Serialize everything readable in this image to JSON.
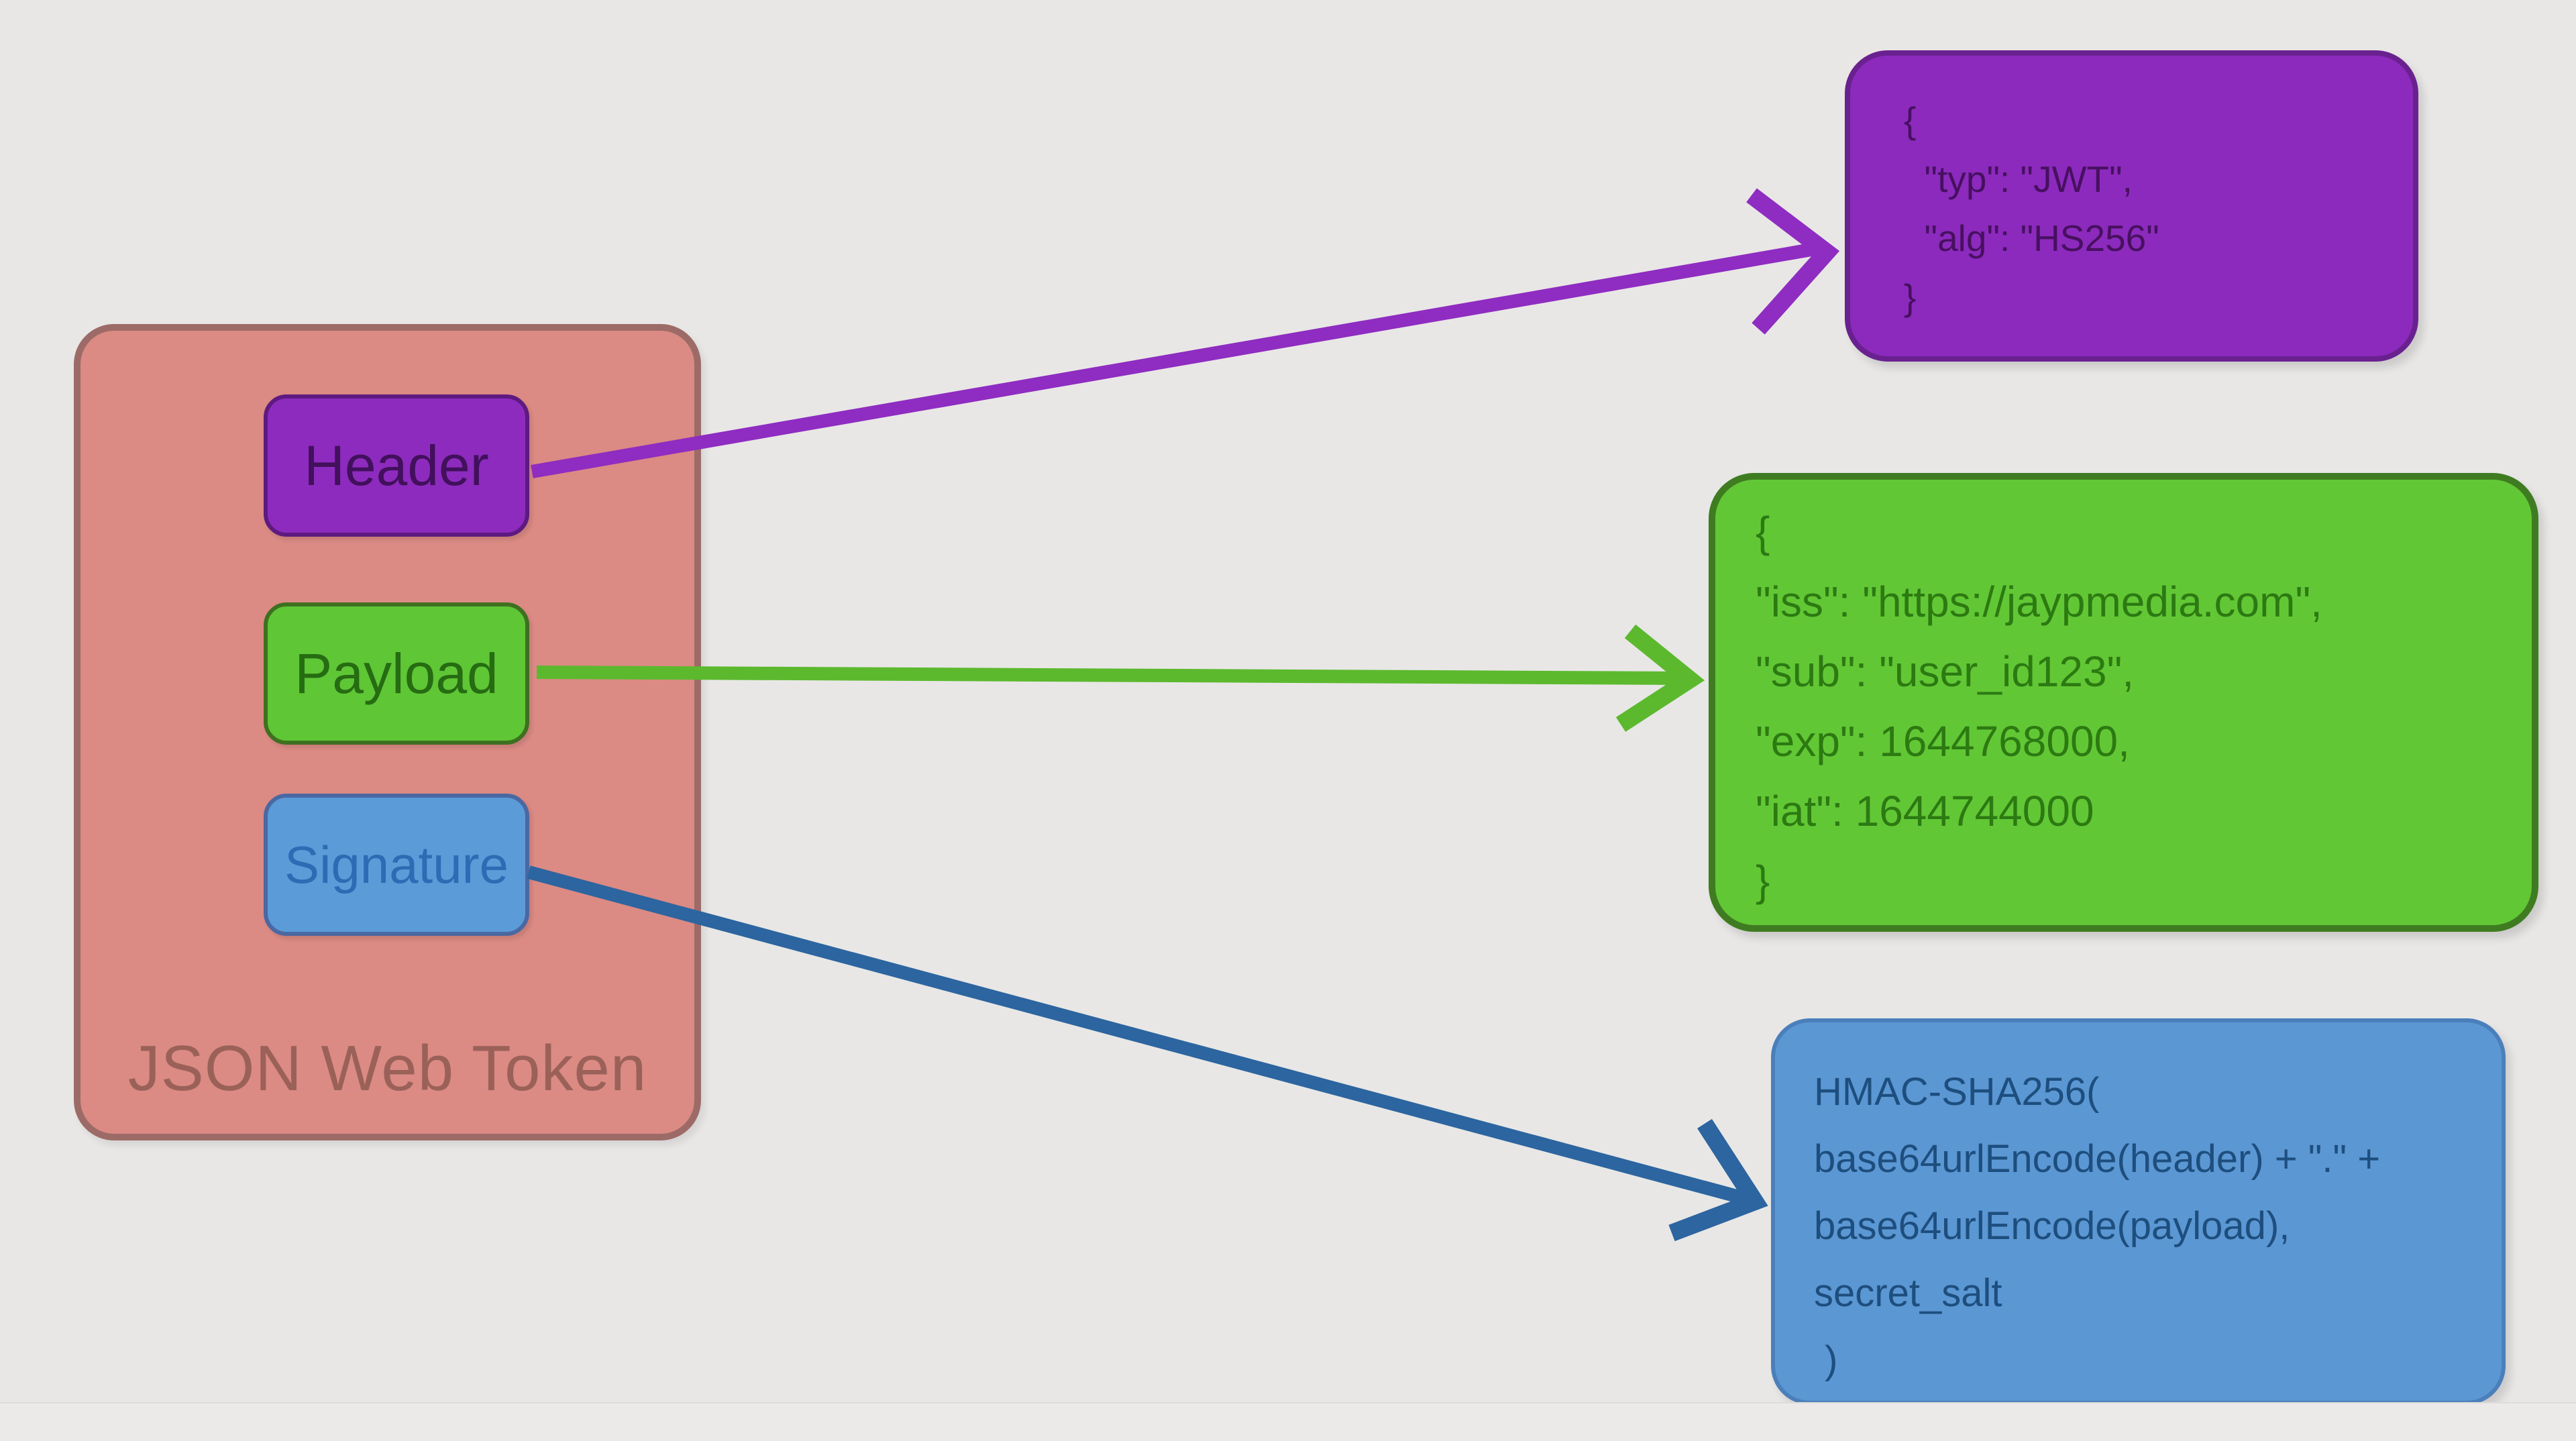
{
  "jwt_container": {
    "title": "JSON Web Token",
    "fill": "#db8a84",
    "border": "#9d6b67",
    "parts": [
      {
        "label": "Header",
        "color": "#8d2bbe"
      },
      {
        "label": "Payload",
        "color": "#5fc636"
      },
      {
        "label": "Signature",
        "color": "#5b9bd8"
      }
    ]
  },
  "header_detail": {
    "fill": "#8c2abd",
    "lines": [
      "{",
      "  \"typ\": \"JWT\",",
      "  \"alg\": \"HS256\"",
      "}"
    ]
  },
  "payload_detail": {
    "fill": "#62c735",
    "lines": [
      "{",
      "\"iss\": \"https://jaypmedia.com\",",
      "\"sub\": \"user_id123\",",
      "\"exp\": 1644768000,",
      "\"iat\": 1644744000",
      "}"
    ]
  },
  "signature_detail": {
    "fill": "#5b97d3",
    "lines": [
      "HMAC-SHA256(",
      "base64urlEncode(header) + \".\" +",
      "base64urlEncode(payload),",
      "secret_salt",
      " )"
    ]
  },
  "arrows": {
    "header_color": "#8f2cc1",
    "payload_color": "#5cb92e",
    "signature_color": "#2c659f"
  }
}
